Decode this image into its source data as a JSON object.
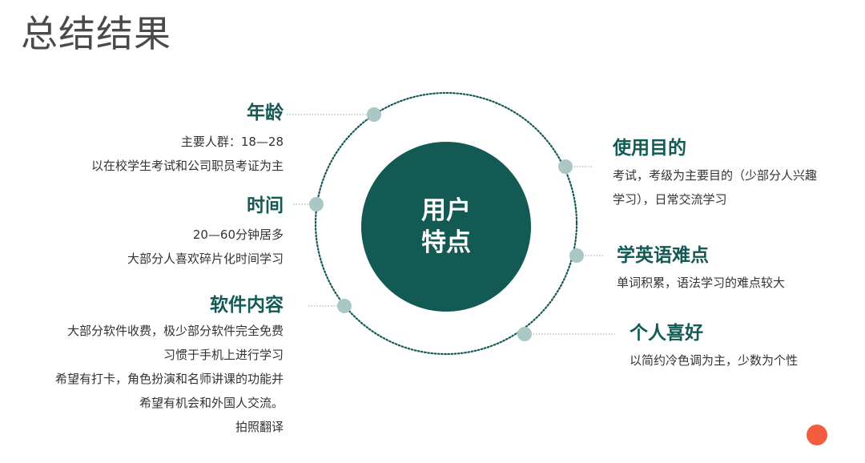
{
  "title": "总结结果",
  "center": {
    "line1": "用户",
    "line2": "特点"
  },
  "colors": {
    "primary": "#135a54",
    "node": "#a9c7c4",
    "accent": "#f25c3f",
    "title": "#4a4a4a"
  },
  "left_items": [
    {
      "heading": "年龄",
      "lines": [
        "主要人群：18—28",
        "以在校学生考试和公司职员考证为主"
      ]
    },
    {
      "heading": "时间",
      "lines": [
        "20—60分钟居多",
        "大部分人喜欢碎片化时间学习"
      ]
    },
    {
      "heading": "软件内容",
      "lines": [
        "大部分软件收费，极少部分软件完全免费",
        "习惯于手机上进行学习",
        "希望有打卡，角色扮演和名师讲课的功能并",
        "希望有机会和外国人交流。",
        "拍照翻译"
      ]
    }
  ],
  "right_items": [
    {
      "heading": "使用目的",
      "lines": [
        "考试，考级为主要目的（少部分人兴趣",
        "学习），日常交流学习"
      ]
    },
    {
      "heading": "学英语难点",
      "lines": [
        "单词积累，语法学习的难点较大"
      ]
    },
    {
      "heading": "个人喜好",
      "lines": [
        "以简约冷色调为主，少数为个性"
      ]
    }
  ]
}
